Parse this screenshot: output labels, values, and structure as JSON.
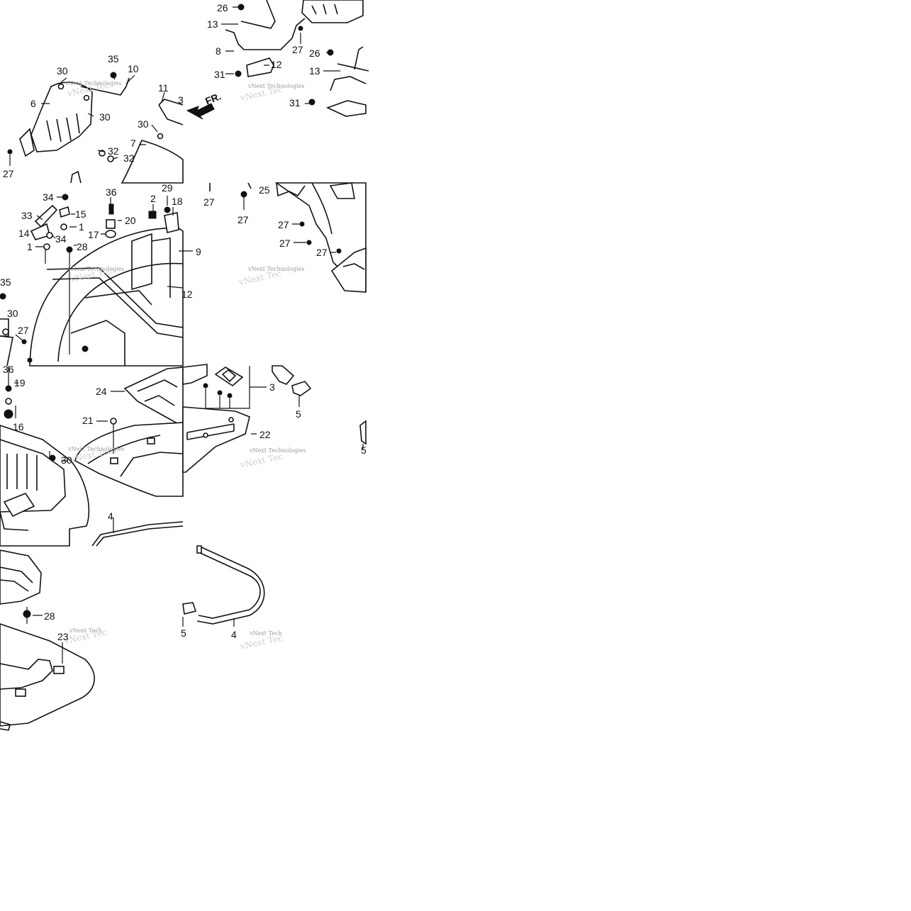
{
  "diagram": {
    "direction_marker": "FR.",
    "watermark_text": "vNext Technologies",
    "watermark_text_truncated": "vNext Tech",
    "watermark_text_short": "vNext Tec",
    "part_labels": {
      "t1": "26",
      "t2": "13",
      "t3": "8",
      "t4": "31",
      "t5": "12",
      "t6": "27",
      "t7": "26",
      "t8": "13",
      "t9": "31",
      "t10": "30",
      "t11": "35",
      "t12": "10",
      "t13": "6",
      "t14": "30",
      "t15": "11",
      "t16": "3",
      "t17": "30",
      "t18": "7",
      "t19": "32",
      "t20": "32",
      "t21": "27",
      "t22": "34",
      "t23": "33",
      "t24": "15",
      "t25": "14",
      "t26": "34",
      "t27": "1",
      "t28": "1",
      "t29": "36",
      "t30": "20",
      "t31": "17",
      "t32": "28",
      "t33": "2",
      "t34": "29",
      "t35": "18",
      "t36": "9",
      "t37": "35",
      "t38": "30",
      "t39": "27",
      "t40": "12",
      "t41": "27",
      "t42": "27",
      "t43": "25",
      "t44": "27",
      "t45": "27",
      "t46": "27",
      "t47": "36",
      "t48": "19",
      "t49": "16",
      "t50": "24",
      "t51": "21",
      "t52": "30",
      "t53": "4",
      "t54": "3",
      "t55": "5",
      "t56": "22",
      "t57": "5",
      "t58": "28",
      "t59": "23",
      "t60": "5",
      "t61": "4"
    }
  }
}
